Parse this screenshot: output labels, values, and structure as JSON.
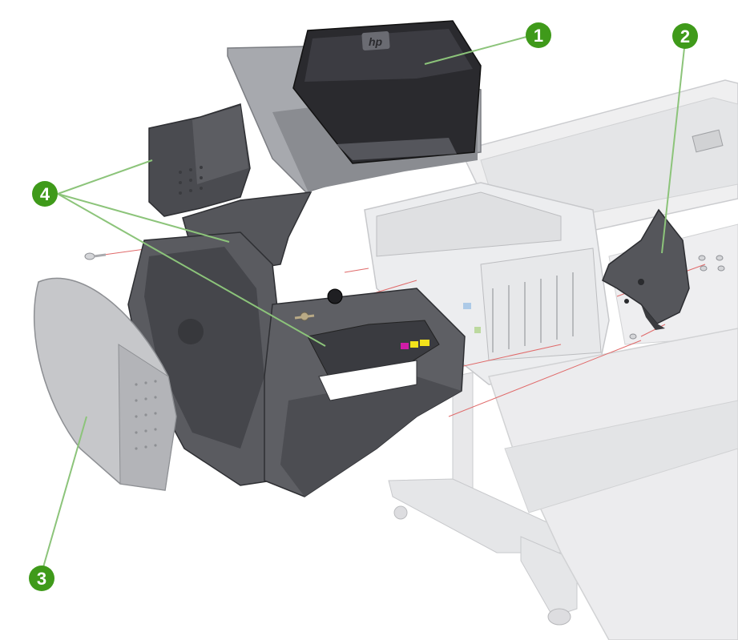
{
  "diagram": {
    "callouts": [
      {
        "id": "1",
        "label": "1"
      },
      {
        "id": "2",
        "label": "2"
      },
      {
        "id": "3",
        "label": "3"
      },
      {
        "id": "4",
        "label": "4"
      }
    ],
    "logo_text": "hp",
    "colors": {
      "callout_green": "#3f9a1a",
      "leader_green": "#8cc47a",
      "part_dark": "#4a4b50",
      "part_mid": "#6b6c72",
      "part_light": "#a7a9ae",
      "ghost_printer": "#d9dadc",
      "assembly_line": "#e06a6a",
      "ink_magenta": "#d11ca7",
      "ink_yellow": "#f2e21b"
    }
  }
}
